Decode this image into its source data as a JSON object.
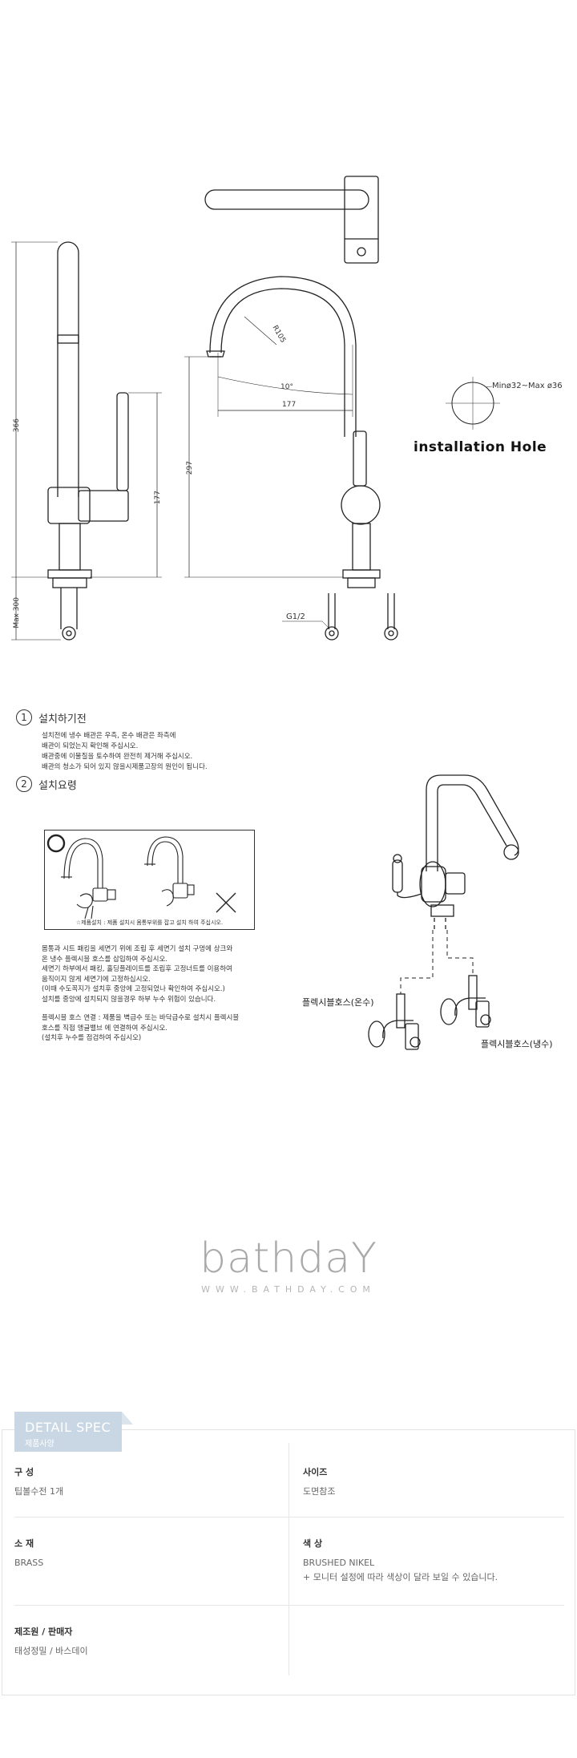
{
  "dims": {
    "d366": "366",
    "d177_side": "177",
    "max300": "Max 300",
    "d297": "297",
    "r105": "R105",
    "deg10": "10°",
    "d177_front": "177",
    "g12": "G1/2"
  },
  "install": {
    "title": "installation Hole",
    "hole_size": "Minø32~Max ø36"
  },
  "section1": {
    "num": "1",
    "title": "설치하기전",
    "lines": [
      "설치전에 냉수 배관은 우측, 온수 배관은 좌측에",
      "배관이 되었는지 확인해 주십시오.",
      "배관중에 이물질을 토수하여 완전히 제거해 주십시오.",
      "배관의 청소가 되어 있지 않을시제품고장의 원인이 됩니다."
    ]
  },
  "section2": {
    "num": "2",
    "title": "설치요령",
    "box_caption": "☆제품설치 : 제품 설치시  몸통부위를 잡고 설치 하여 주십시오.",
    "lines_a": [
      "몸통과 시트 패킹을 세면기 위에 조립 후 세면기 설치 구멍에 상크와",
      "온 냉수 플렉시블 호스를 삽입하여 주십시오.",
      "세면기 하부에서 패킹, 홀딩플레이트를 조립후 고정너트를 이용하여",
      "움직이지 않게 세면기에 고정하십시오.",
      "(이때 수도꼭지가 설치후 중앙에 고정되었나 확인하여 주십시오.)",
      "설치를 중앙에 설치되지 않을경우 하부 누수 위험이 있습니다."
    ],
    "lines_b": [
      "플렉시블 호스 연결 : 제품을 벽급수 또는 바닥급수로 설치시 플렉시블",
      "호스를 직접 앵글밸브 에 연결하여 주십시오.",
      "(설치후 누수를 점검하여 주십시오)"
    ],
    "hose_hot": "플렉시블호스(온수)",
    "hose_cold": "플렉시블호스(냉수)"
  },
  "logo": {
    "word": "bathdaY",
    "url": "WWW.BATHDAY.COM"
  },
  "spec": {
    "tab_title": "DETAIL SPEC",
    "tab_sub": "제품사양",
    "items": [
      {
        "label": "구 성",
        "value": "팁볼수전 1개"
      },
      {
        "label": "사이즈",
        "value": "도면참조"
      },
      {
        "label": "소 재",
        "value": "BRASS"
      },
      {
        "label": "색 상",
        "value": "BRUSHED NIKEL",
        "value2": "+ 모니터 설정에 따라 색상이 달라 보일 수 있습니다."
      },
      {
        "label": "제조원 / 판매자",
        "value": "태성정밀 / 바스데이"
      }
    ]
  }
}
